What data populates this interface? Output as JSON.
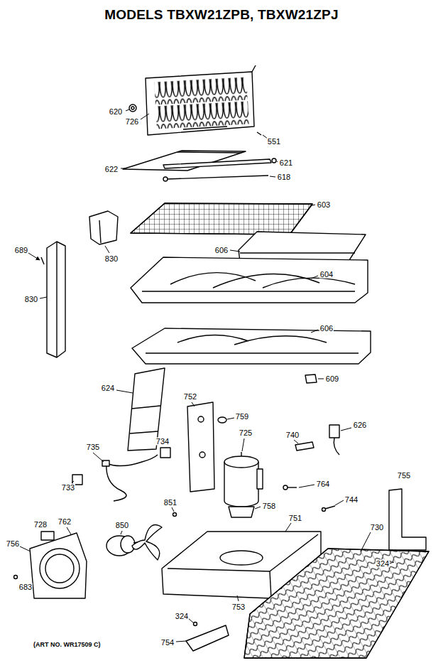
{
  "diagram": {
    "title": "MODELS TBXW21ZPB, TBXW21ZPJ",
    "caption": "(ART NO. WR17509 C)",
    "labels": [
      "620",
      "726",
      "551",
      "622",
      "621",
      "618",
      "603",
      "689",
      "830",
      "606",
      "830",
      "604",
      "606",
      "609",
      "624",
      "752",
      "759",
      "725",
      "740",
      "626",
      "734",
      "735",
      "764",
      "744",
      "733",
      "851",
      "758",
      "751",
      "730",
      "755",
      "728",
      "762",
      "850",
      "756",
      "324",
      "683",
      "753",
      "324",
      "754"
    ]
  }
}
